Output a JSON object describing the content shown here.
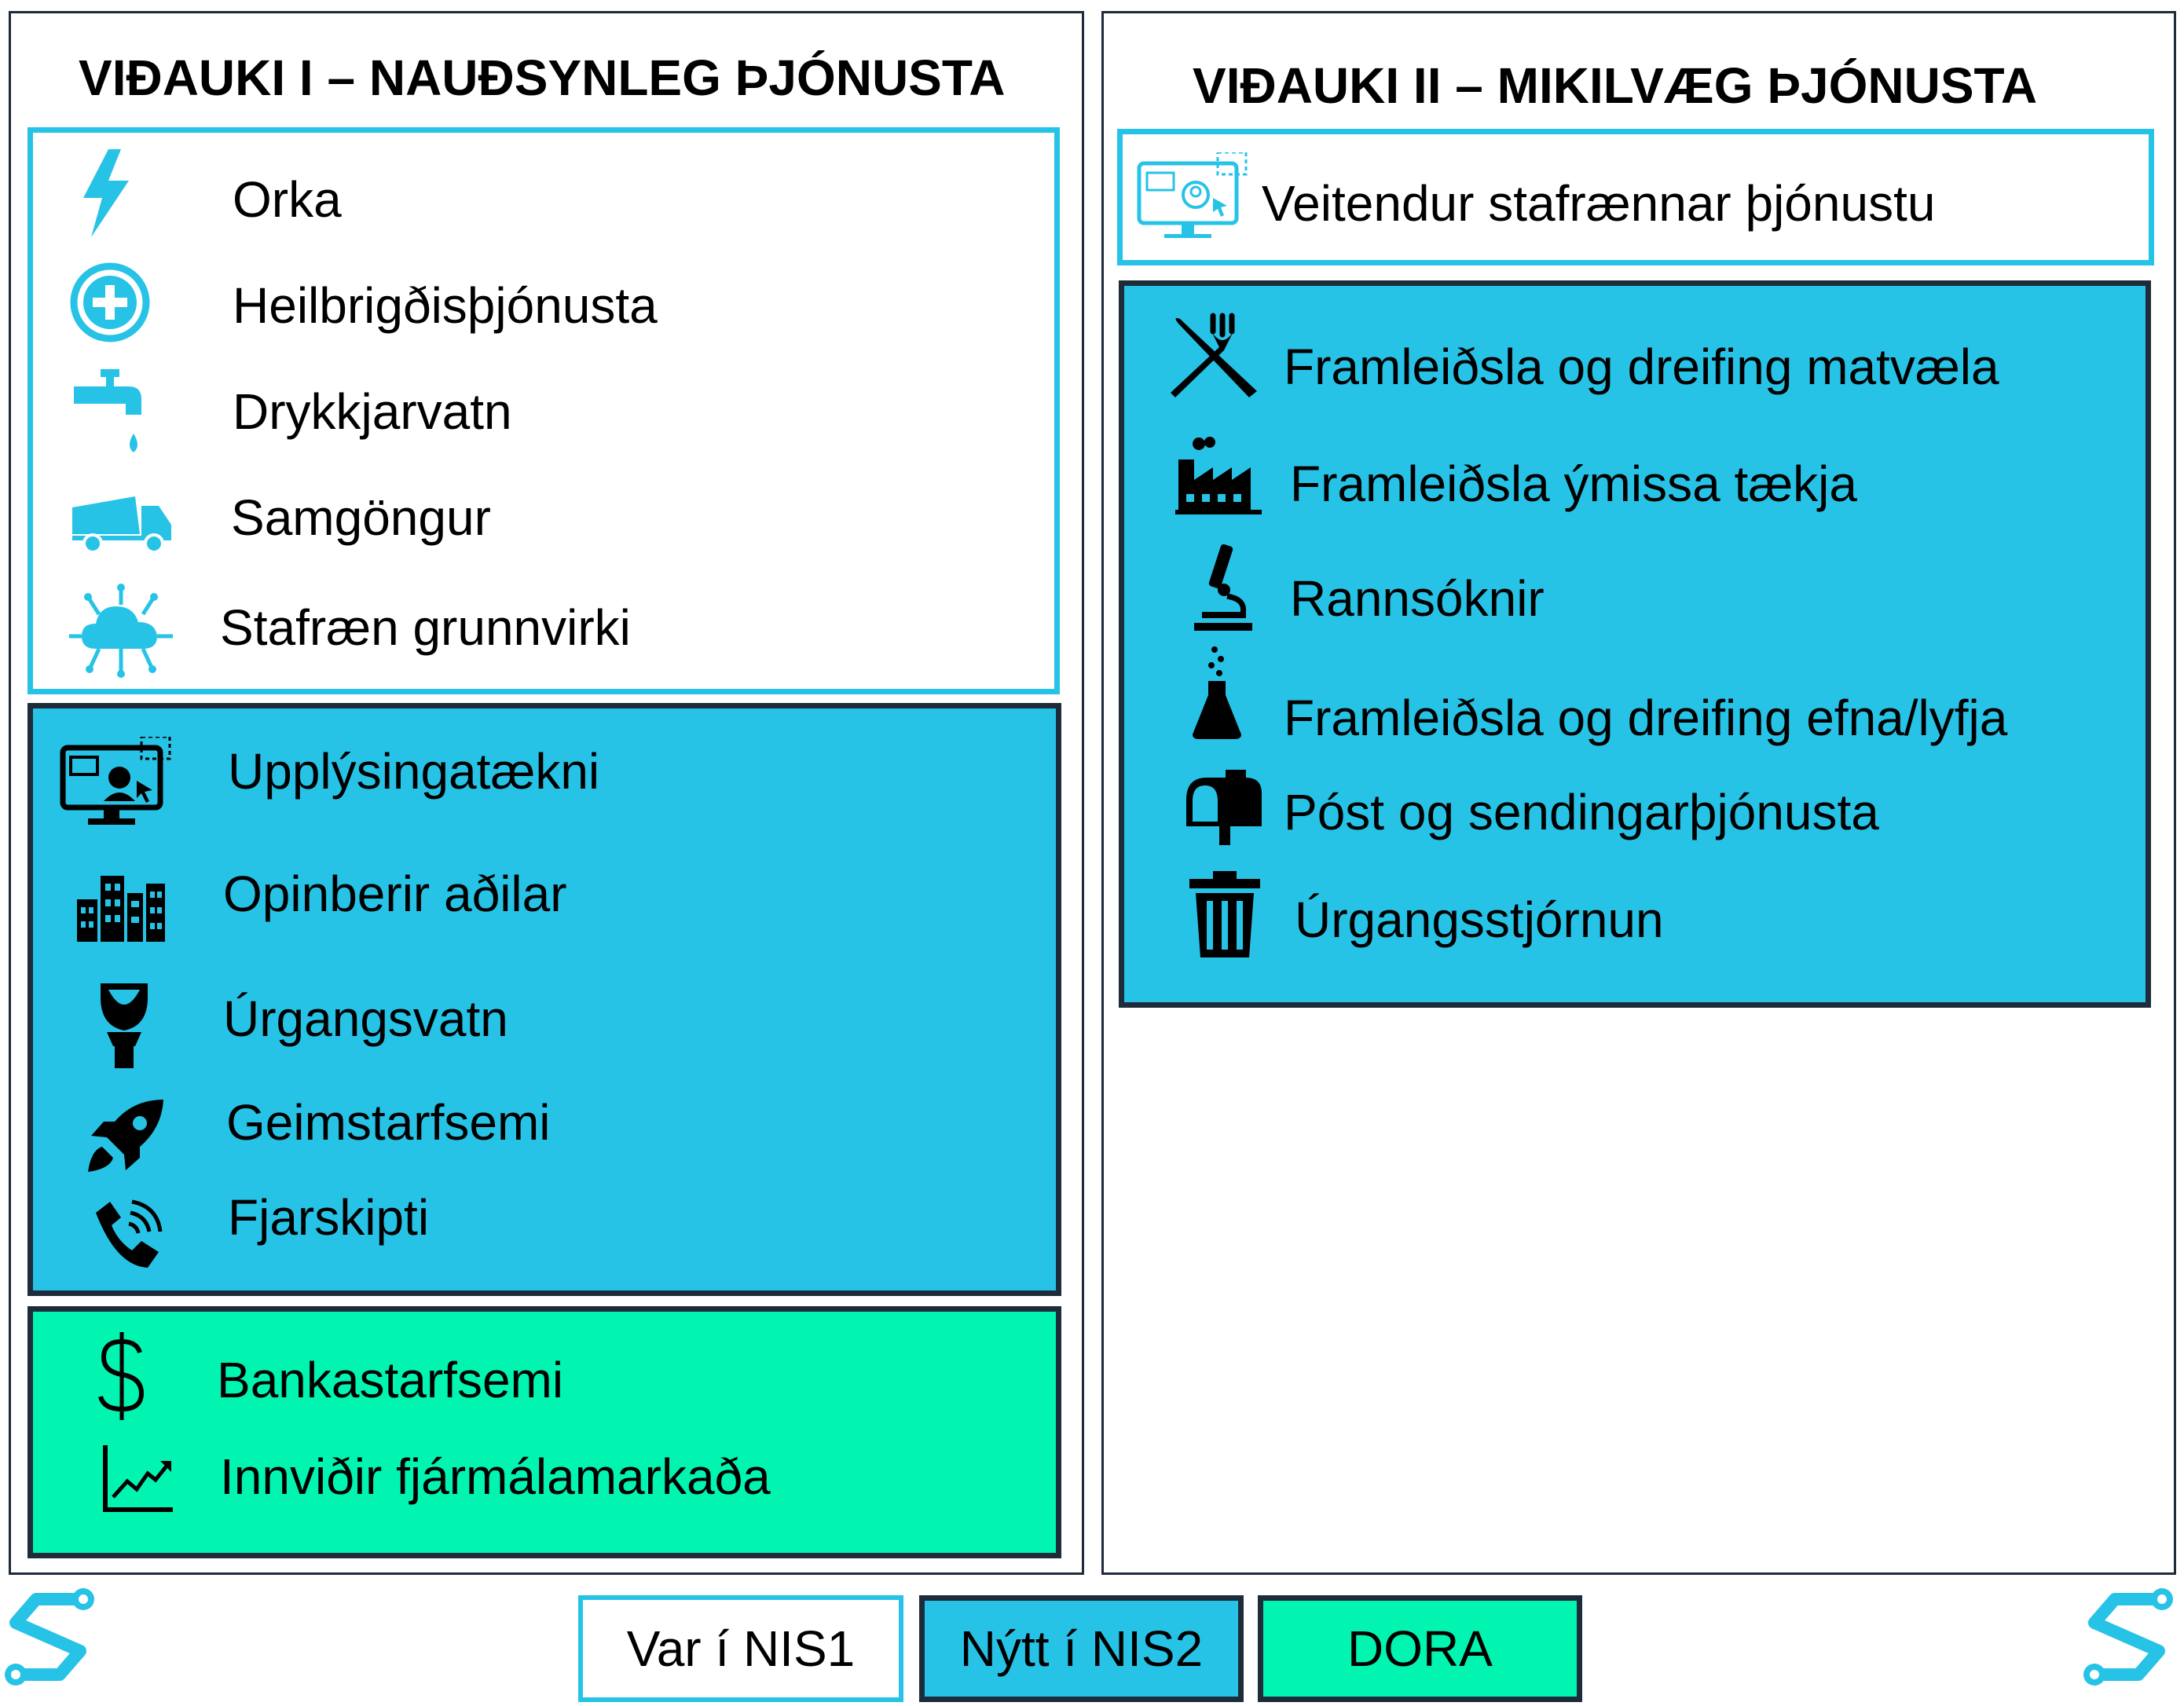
{
  "colors": {
    "nis1_border": "#27c3e7",
    "nis2_fill": "#27c3e7",
    "dora_fill": "#02f5b0",
    "dark": "#1d2b3a"
  },
  "annex1": {
    "title": "VIÐAUKI I – NAUÐSYNLEG ÞJÓNUSTA",
    "nis1_items": [
      {
        "label": "Orka",
        "icon": "lightning-icon"
      },
      {
        "label": "Heilbrigðisþjónusta",
        "icon": "medical-plus-icon"
      },
      {
        "label": "Drykkjarvatn",
        "icon": "water-tap-icon"
      },
      {
        "label": "Samgöngur",
        "icon": "truck-icon"
      },
      {
        "label": "Stafræn grunnvirki",
        "icon": "cloud-network-icon"
      }
    ],
    "nis2_items": [
      {
        "label": "Upplýsingatækni",
        "icon": "computer-monitor-icon"
      },
      {
        "label": "Opinberir aðilar",
        "icon": "city-buildings-icon"
      },
      {
        "label": "Úrgangsvatn",
        "icon": "toilet-icon"
      },
      {
        "label": "Geimstarfsemi",
        "icon": "rocket-icon"
      },
      {
        "label": "Fjarskipti",
        "icon": "phone-signal-icon"
      }
    ],
    "dora_items": [
      {
        "label": "Bankastarfsemi",
        "icon": "dollar-icon"
      },
      {
        "label": "Innviðir fjármálamarkaða",
        "icon": "line-chart-icon"
      }
    ]
  },
  "annex2": {
    "title": "VIÐAUKI II – MIKILVÆG ÞJÓNUSTA",
    "nis1_items": [
      {
        "label": "Veitendur stafrænnar þjónustu",
        "icon": "computer-monitor-icon"
      }
    ],
    "nis2_items": [
      {
        "label": "Framleiðsla og dreifing matvæla",
        "icon": "fork-knife-icon"
      },
      {
        "label": "Framleiðsla ýmissa tækja",
        "icon": "factory-icon"
      },
      {
        "label": "Rannsóknir",
        "icon": "microscope-icon"
      },
      {
        "label": "Framleiðsla og dreifing efna/lyfja",
        "icon": "flask-icon"
      },
      {
        "label": "Póst og sendingarþjónusta",
        "icon": "mailbox-icon"
      },
      {
        "label": "Úrgangsstjórnun",
        "icon": "trash-can-icon"
      }
    ]
  },
  "legend": {
    "nis1": "Var í NIS1",
    "nis2": "Nýtt í NIS2",
    "dora": "DORA"
  },
  "logos": {
    "left": "brand-logo-icon",
    "right": "brand-logo-icon"
  }
}
